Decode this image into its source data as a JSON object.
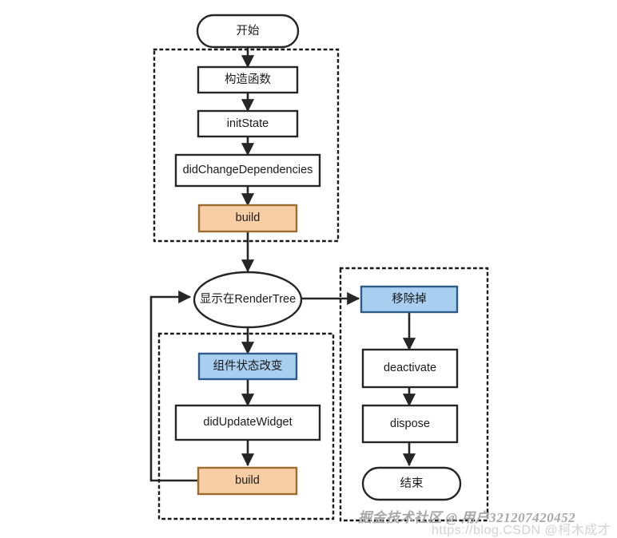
{
  "diagram": {
    "title": "Flutter StatefulWidget lifecycle flowchart",
    "colors": {
      "stroke": "#262626",
      "orange_fill": "#F8CFA4",
      "orange_stroke": "#9C6B2F",
      "blue_fill": "#A8CEF0",
      "blue_stroke": "#2E5C8A",
      "white_fill": "#FFFFFF",
      "dotted_group": "#1a1a1a",
      "watermark": "#a8a8a8"
    },
    "nodes": {
      "start": "开始",
      "constructor": "构造函数",
      "init_state": "initState",
      "did_change_dependencies": "didChangeDependencies",
      "build_top": "build",
      "render_tree": "显示在RenderTree",
      "state_changed": "组件状态改变",
      "did_update_widget": "didUpdateWidget",
      "build_bottom": "build",
      "removed": "移除掉",
      "deactivate": "deactivate",
      "dispose": "dispose",
      "end": "结束"
    }
  },
  "watermark": {
    "main": "掘金技术社区 @ 用户321207420452",
    "sub": "https://blog.CSDN @柯木成才"
  }
}
